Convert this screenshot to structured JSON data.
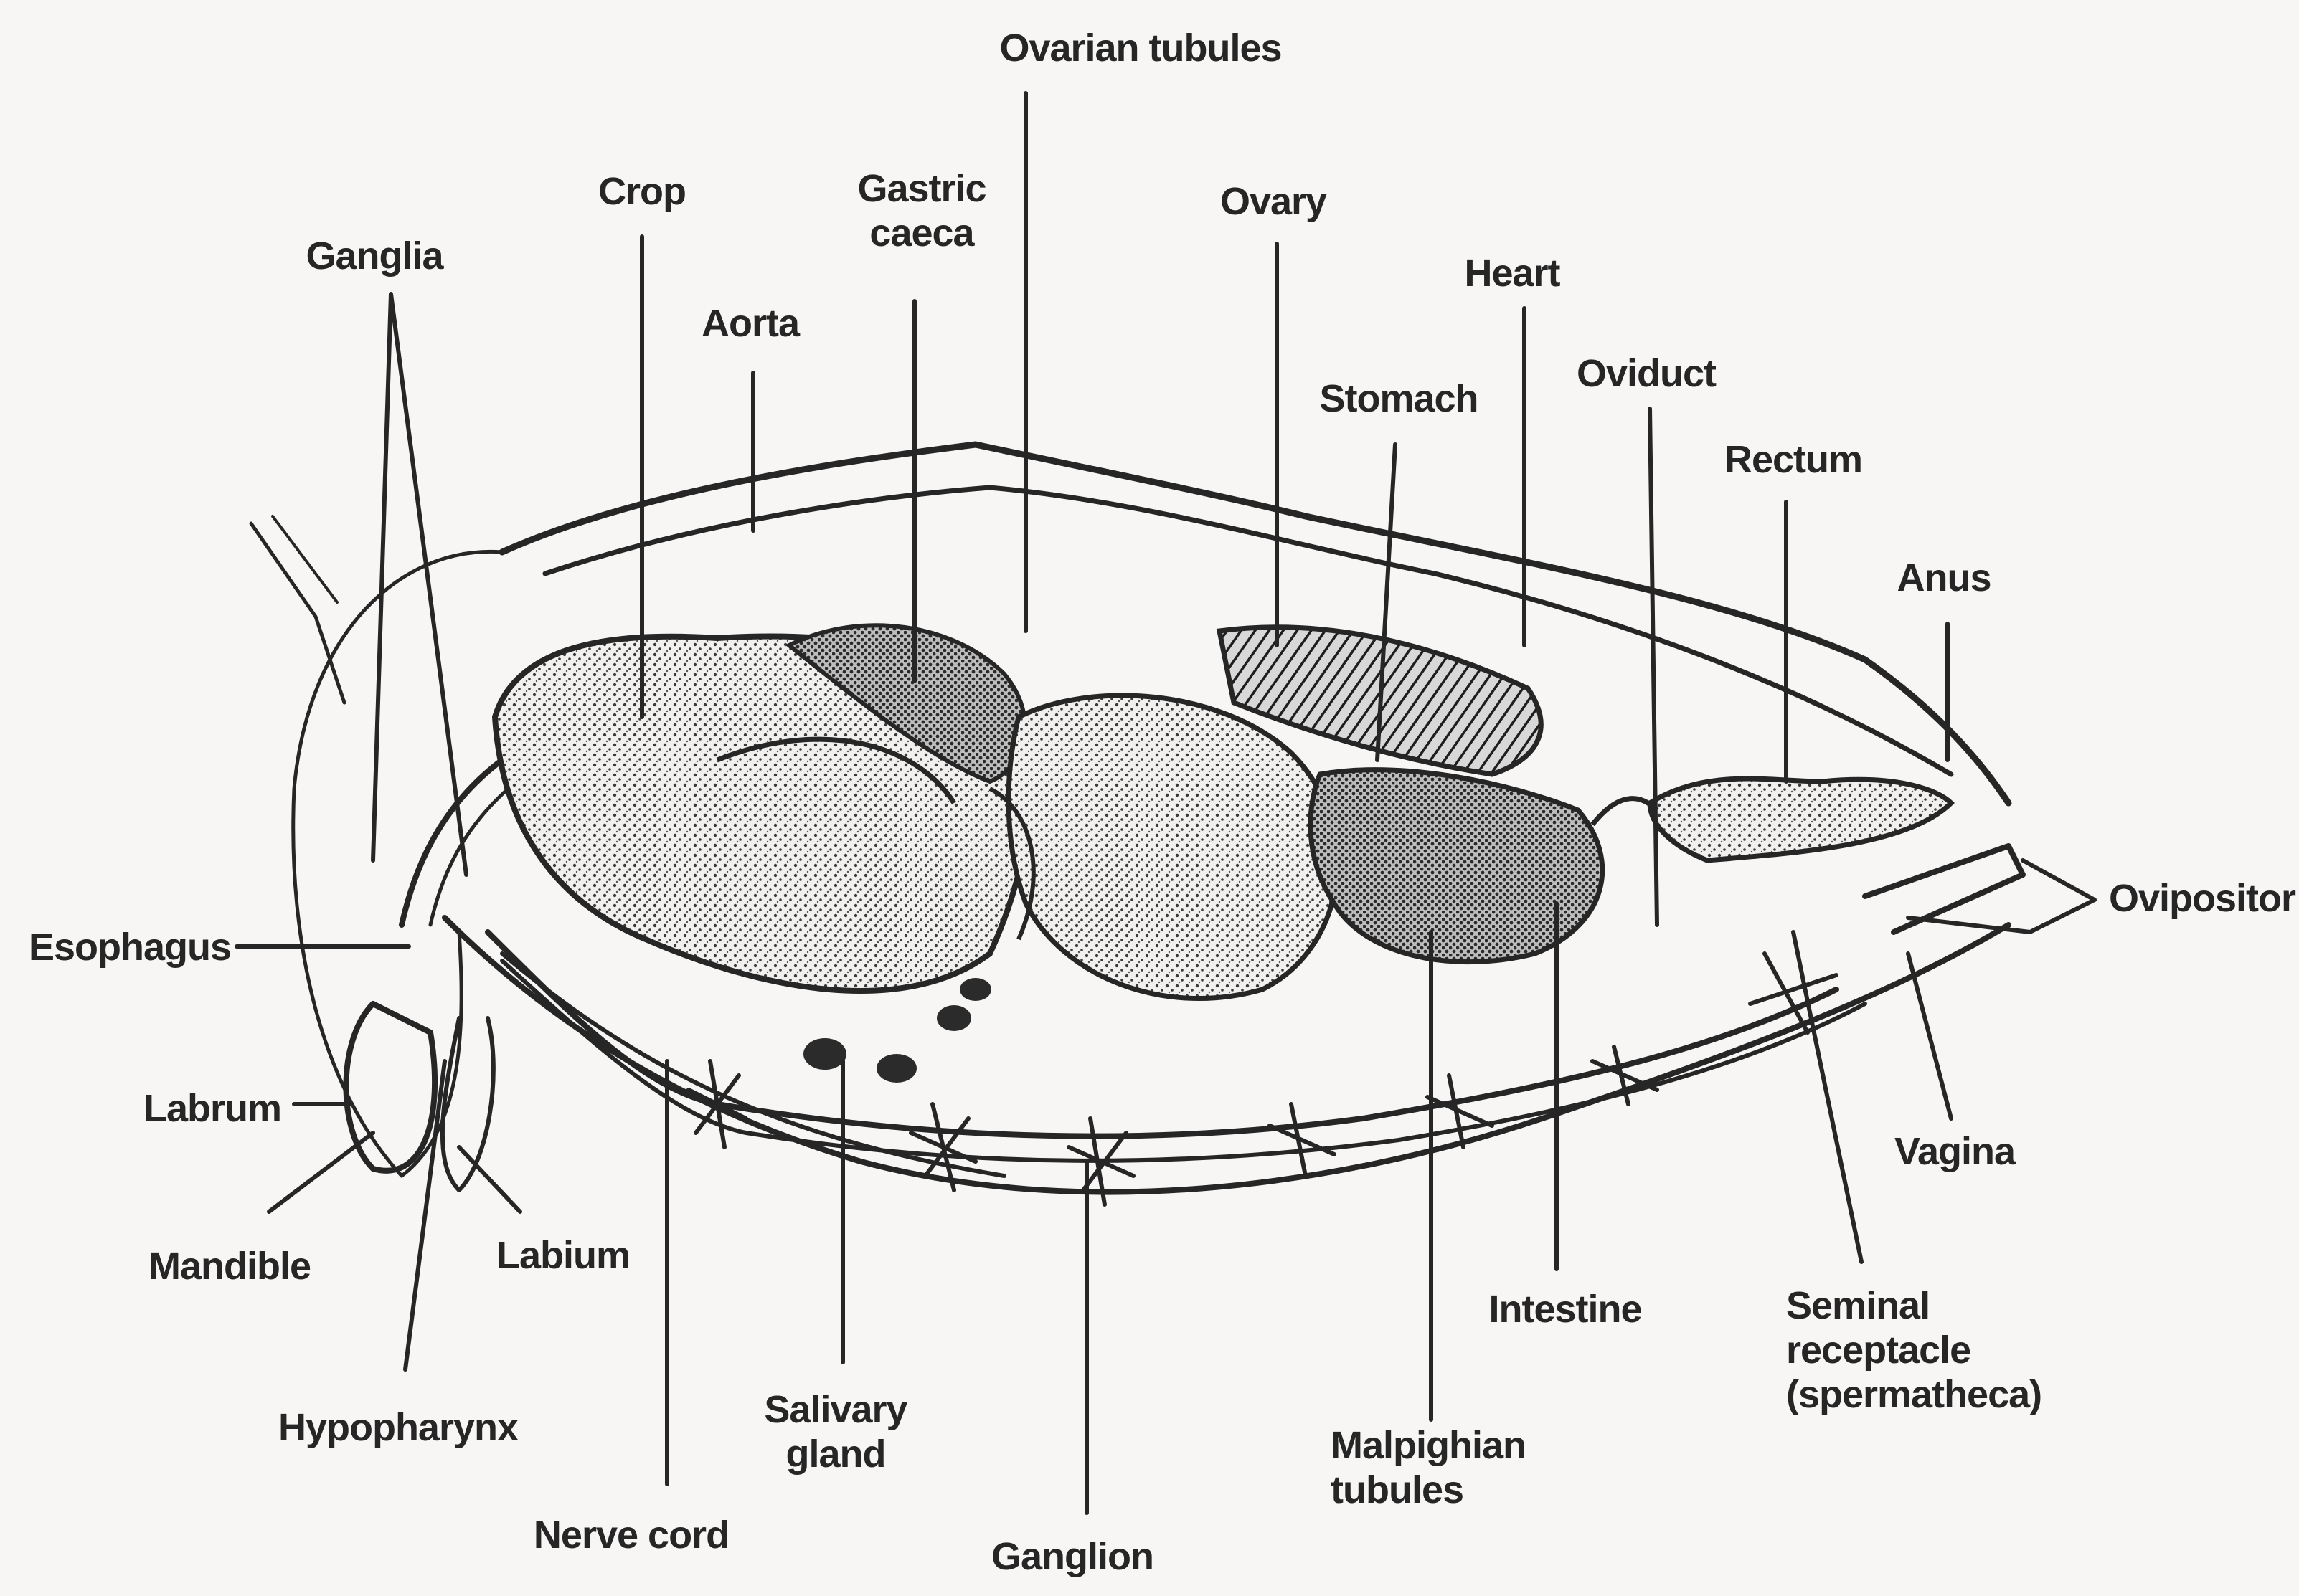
{
  "labels": {
    "ovarian_tubules": "Ovarian tubules",
    "crop": "Crop",
    "gastric_caeca": "Gastric\ncaeca",
    "ovary": "Ovary",
    "ganglia": "Ganglia",
    "heart": "Heart",
    "aorta": "Aorta",
    "oviduct": "Oviduct",
    "stomach": "Stomach",
    "rectum": "Rectum",
    "anus": "Anus",
    "esophagus": "Esophagus",
    "ovipositor": "Ovipositor",
    "labrum": "Labrum",
    "vagina": "Vagina",
    "mandible": "Mandible",
    "labium": "Labium",
    "intestine": "Intestine",
    "seminal_receptacle": "Seminal\nreceptacle\n(spermatheca)",
    "hypopharynx": "Hypopharynx",
    "salivary_gland": "Salivary\ngland",
    "malpighian_tubules": "Malpighian\ntubules",
    "nerve_cord": "Nerve cord",
    "ganglion": "Ganglion"
  },
  "colors": {
    "ink": "#262626",
    "paper": "#f7f6f4"
  }
}
